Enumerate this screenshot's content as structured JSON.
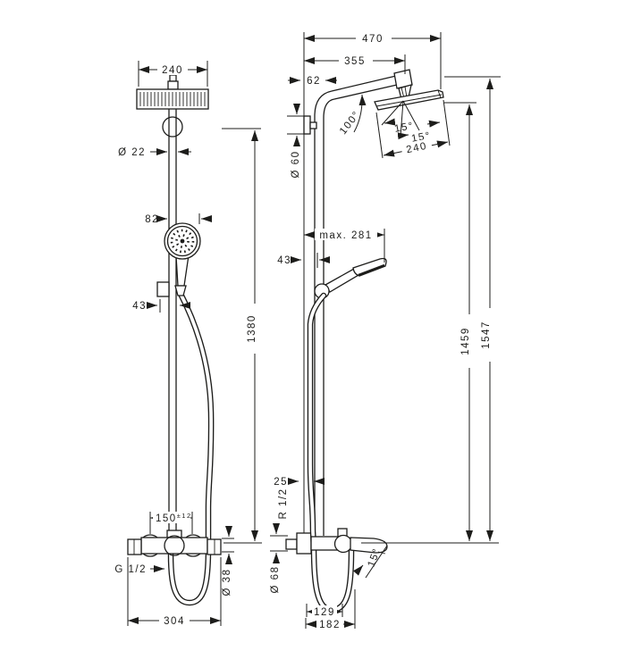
{
  "figure": {
    "background": "#ffffff",
    "line_color": "#1d1d1b",
    "description": "Dimensional technical drawing of a showerpipe (front view and side view) with millimetre dimensions"
  },
  "front_view": {
    "dims": {
      "head_width": "240",
      "pole_diameter": "Ø 22",
      "handshower_offset": "82",
      "holder_offset": "43",
      "bar_height": "1380",
      "valve_centers": "150",
      "valve_centers_tolerance": "±12",
      "hose_thread": "G 1/2",
      "valve_body_diameter": "Ø 38",
      "valve_width": "304"
    }
  },
  "side_view": {
    "dims": {
      "total_reach": "470",
      "arm_projection": "355",
      "wall_to_pipe": "62",
      "arm_angle": "100°",
      "spray_angle_left": "15°",
      "spray_angle_right": "15°",
      "head_depth": "240",
      "bracket_diameter": "Ø 60",
      "handshower_projection": "max. 281",
      "holder_offset": "43",
      "head_height": "1459",
      "total_height": "1547",
      "pipe_wall_gap": "25",
      "wall_connection_thread": "R 1/2",
      "escutcheon_diameter": "Ø 68",
      "spout_angle": "15°",
      "hose_loop_width": "129",
      "hose_loop_outer_width": "182"
    }
  }
}
